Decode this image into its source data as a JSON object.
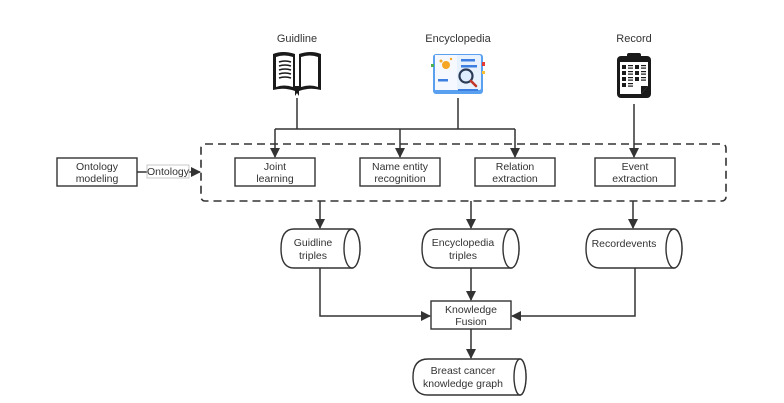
{
  "sources": {
    "guideline": {
      "label": "Guidline",
      "icon": "open-book-icon"
    },
    "encyclopedia": {
      "label": "Encyclopedia",
      "icon": "encyclopedia-search-icon"
    },
    "record": {
      "label": "Record",
      "icon": "clipboard-record-icon"
    }
  },
  "ontology": {
    "box_line1": "Ontology",
    "box_line2": "modeling",
    "edge_label": "Ontology"
  },
  "extraction": {
    "joint": {
      "line1": "Joint",
      "line2": "learning"
    },
    "ner": {
      "line1": "Name entity",
      "line2": "recognition"
    },
    "relation": {
      "line1": "Relation",
      "line2": "extraction"
    },
    "event": {
      "line1": "Event",
      "line2": "extraction"
    }
  },
  "stores": {
    "guideline_triples": {
      "line1": "Guidline",
      "line2": "triples"
    },
    "encyclopedia_triples": {
      "line1": "Encyclopedia",
      "line2": "triples"
    },
    "record_events": {
      "line1": "Recordevents"
    }
  },
  "fusion": {
    "line1": "Knowledge",
    "line2": "Fusion"
  },
  "output": {
    "line1": "Breast cancer",
    "line2": "knowledge graph"
  },
  "colors": {
    "stroke": "#333333",
    "encyclopedia_blue": "#4a90e2"
  }
}
